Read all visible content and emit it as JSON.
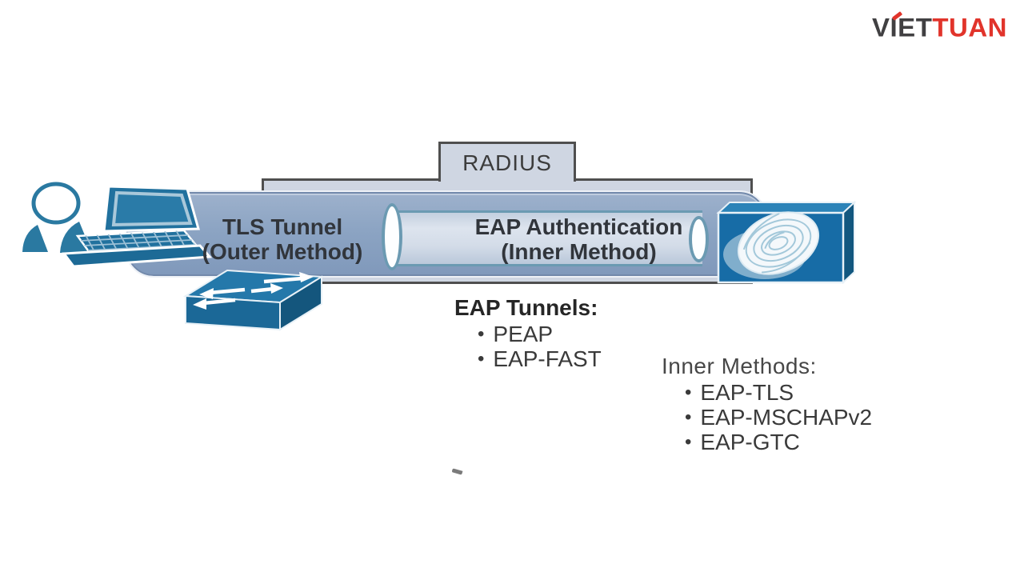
{
  "ui": {
    "bullet": "•"
  },
  "logo": {
    "part1": "VIET",
    "part2": "TUAN",
    "part1_color": "#414042",
    "part2_color": "#e1342b"
  },
  "diagram": {
    "radius_label": "RADIUS",
    "outer_tunnel_line1": "TLS Tunnel",
    "outer_tunnel_line2": "(Outer Method)",
    "inner_tunnel_line1": "EAP Authentication",
    "inner_tunnel_line2": "(Inner Method)",
    "eap_tunnels": {
      "title": "EAP Tunnels:",
      "items": [
        "PEAP",
        "EAP-FAST"
      ]
    },
    "inner_methods": {
      "title": "Inner Methods:",
      "items": [
        "EAP-TLS",
        "EAP-MSCHAPv2",
        "EAP-GTC"
      ]
    },
    "icons": [
      "user-icon",
      "laptop-icon",
      "switch-icon",
      "fingerprint-server-icon"
    ],
    "colors": {
      "radius_box_fill": "#cfd6e2",
      "radius_box_border": "#4f4f4f",
      "outer_tunnel_fill": "#8ca4c3",
      "inner_tunnel_fill": "#d3dce8",
      "inner_tunnel_border": "#6b9ab2",
      "device_blue": "#2273a0",
      "server_blue": "#176ca6",
      "text": "#333333"
    }
  }
}
